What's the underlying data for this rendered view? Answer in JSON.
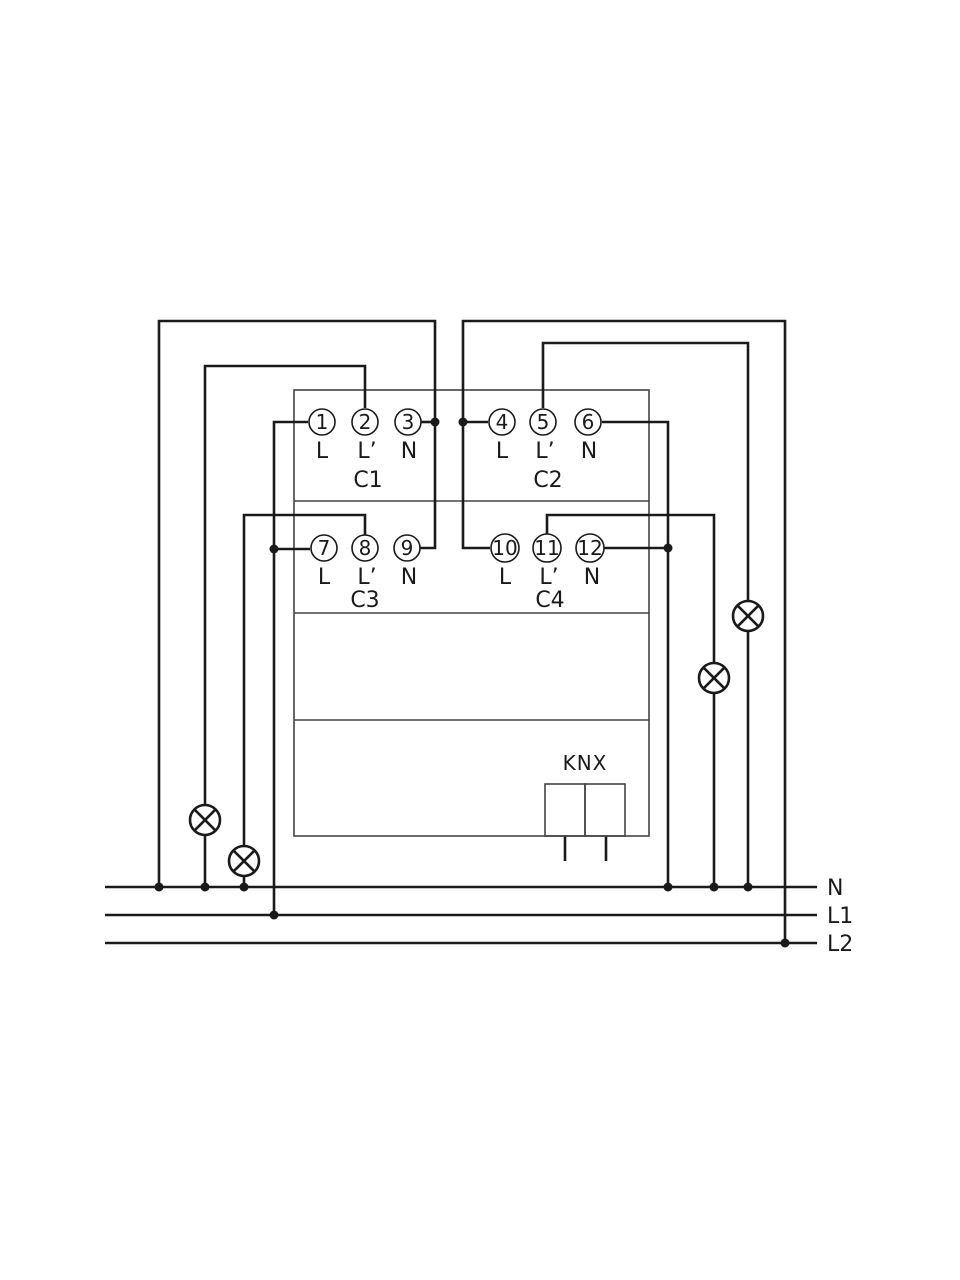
{
  "channels": [
    {
      "name": "C1",
      "terminals": [
        {
          "number": "1",
          "label": "L"
        },
        {
          "number": "2",
          "label": "L’"
        },
        {
          "number": "3",
          "label": "N"
        }
      ]
    },
    {
      "name": "C2",
      "terminals": [
        {
          "number": "4",
          "label": "L"
        },
        {
          "number": "5",
          "label": "L’"
        },
        {
          "number": "6",
          "label": "N"
        }
      ]
    },
    {
      "name": "C3",
      "terminals": [
        {
          "number": "7",
          "label": "L"
        },
        {
          "number": "8",
          "label": "L’"
        },
        {
          "number": "9",
          "label": "N"
        }
      ]
    },
    {
      "name": "C4",
      "terminals": [
        {
          "number": "10",
          "label": "L"
        },
        {
          "number": "11",
          "label": "L’"
        },
        {
          "number": "12",
          "label": "N"
        }
      ]
    }
  ],
  "bus": {
    "label": "KNX"
  },
  "supply": {
    "n": "N",
    "l1": "L1",
    "l2": "L2"
  },
  "lamps": [
    {
      "name": "lamp-c1",
      "icon": "lamp-icon"
    },
    {
      "name": "lamp-c3",
      "icon": "lamp-icon"
    },
    {
      "name": "lamp-c4",
      "icon": "lamp-icon"
    },
    {
      "name": "lamp-c2",
      "icon": "lamp-icon"
    }
  ]
}
